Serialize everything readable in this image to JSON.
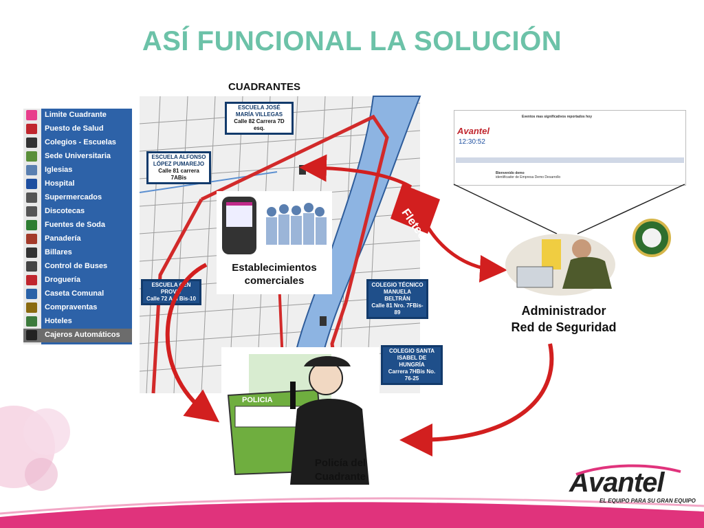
{
  "slide": {
    "title": "ASÍ FUNCIONAL LA SOLUCIÓN",
    "map_caption": "CUADRANTES"
  },
  "legend": {
    "items": [
      {
        "label": "Limite Cuadrante",
        "icon": "boundary-icon",
        "color": "#e83e8c"
      },
      {
        "label": "Puesto de Salud",
        "icon": "highway-shield-icon",
        "color": "#c0262e"
      },
      {
        "label": "Colegios - Escuelas",
        "icon": "school-icon",
        "color": "#333333"
      },
      {
        "label": "Sede Universitaria",
        "icon": "university-icon",
        "color": "#5a8f3a"
      },
      {
        "label": "Iglesias",
        "icon": "church-icon",
        "color": "#5a7fb0"
      },
      {
        "label": "Hospital",
        "icon": "hospital-icon",
        "color": "#1e4fa0"
      },
      {
        "label": "Supermercados",
        "icon": "cart-icon",
        "color": "#555555"
      },
      {
        "label": "Discotecas",
        "icon": "disco-icon",
        "color": "#555555"
      },
      {
        "label": "Fuentes de Soda",
        "icon": "drink-icon",
        "color": "#2e7d32"
      },
      {
        "label": "Panadería",
        "icon": "bread-icon",
        "color": "#a33a2a"
      },
      {
        "label": "Billares",
        "icon": "billiard-icon",
        "color": "#333333"
      },
      {
        "label": "Control de Buses",
        "icon": "bus-icon",
        "color": "#444444"
      },
      {
        "label": "Droguería",
        "icon": "pharmacy-icon",
        "color": "#c0262e"
      },
      {
        "label": "Caseta Comunal",
        "icon": "hut-icon",
        "color": "#2a62a8"
      },
      {
        "label": "Compraventas",
        "icon": "pawn-icon",
        "color": "#8a6a10"
      },
      {
        "label": "Hoteles",
        "icon": "bed-icon",
        "color": "#3c7a3c"
      },
      {
        "label": "Cajeros Automáticos",
        "icon": "house-icon",
        "color": "#222222"
      }
    ]
  },
  "map": {
    "labels": [
      {
        "name": "ESCUELA JOSÉ MARÍA VILLEGAS",
        "addr": "Calle 82 Carrera 7D esq."
      },
      {
        "name": "ESCUELA ALFONSO LÓPEZ PUMAREJO",
        "addr": "Calle 81 carrera 7ABis"
      },
      {
        "name": "ESCUELA CEN PROVIV",
        "addr": "Calle 72 A N Bis-10"
      },
      {
        "name": "COLEGIO TÉCNICO MANUELA BELTRÁN",
        "addr": "Calle 81 Nro. 7FBis-89"
      },
      {
        "name": "COLEGIO SANTA ISABEL DE HUNGRÍA",
        "addr": "Carrera 7HBis No. 76-25"
      }
    ],
    "shops_caption": "Establecimientos comerciales"
  },
  "flow": {
    "arrow_label": "Fleteo",
    "admin_caption_1": "Administrador",
    "admin_caption_2": "Red de Seguridad",
    "police_caption_1": "Policía del",
    "police_caption_2": "Cuadrante",
    "bus_text": "POLICIA"
  },
  "screen": {
    "brand": "Avantel",
    "time": "12:30:52",
    "heading": "Eventos mas significativos reportados hoy",
    "welcome": "Bienvenido demo",
    "company": "identificador de Empresa Demo Desarrollo"
  },
  "brand": {
    "logo": "Avantel",
    "tagline": "EL EQUIPO PARA SU GRAN EQUIPO",
    "accent": "#e0337c",
    "title_color": "#6cc2a8"
  }
}
